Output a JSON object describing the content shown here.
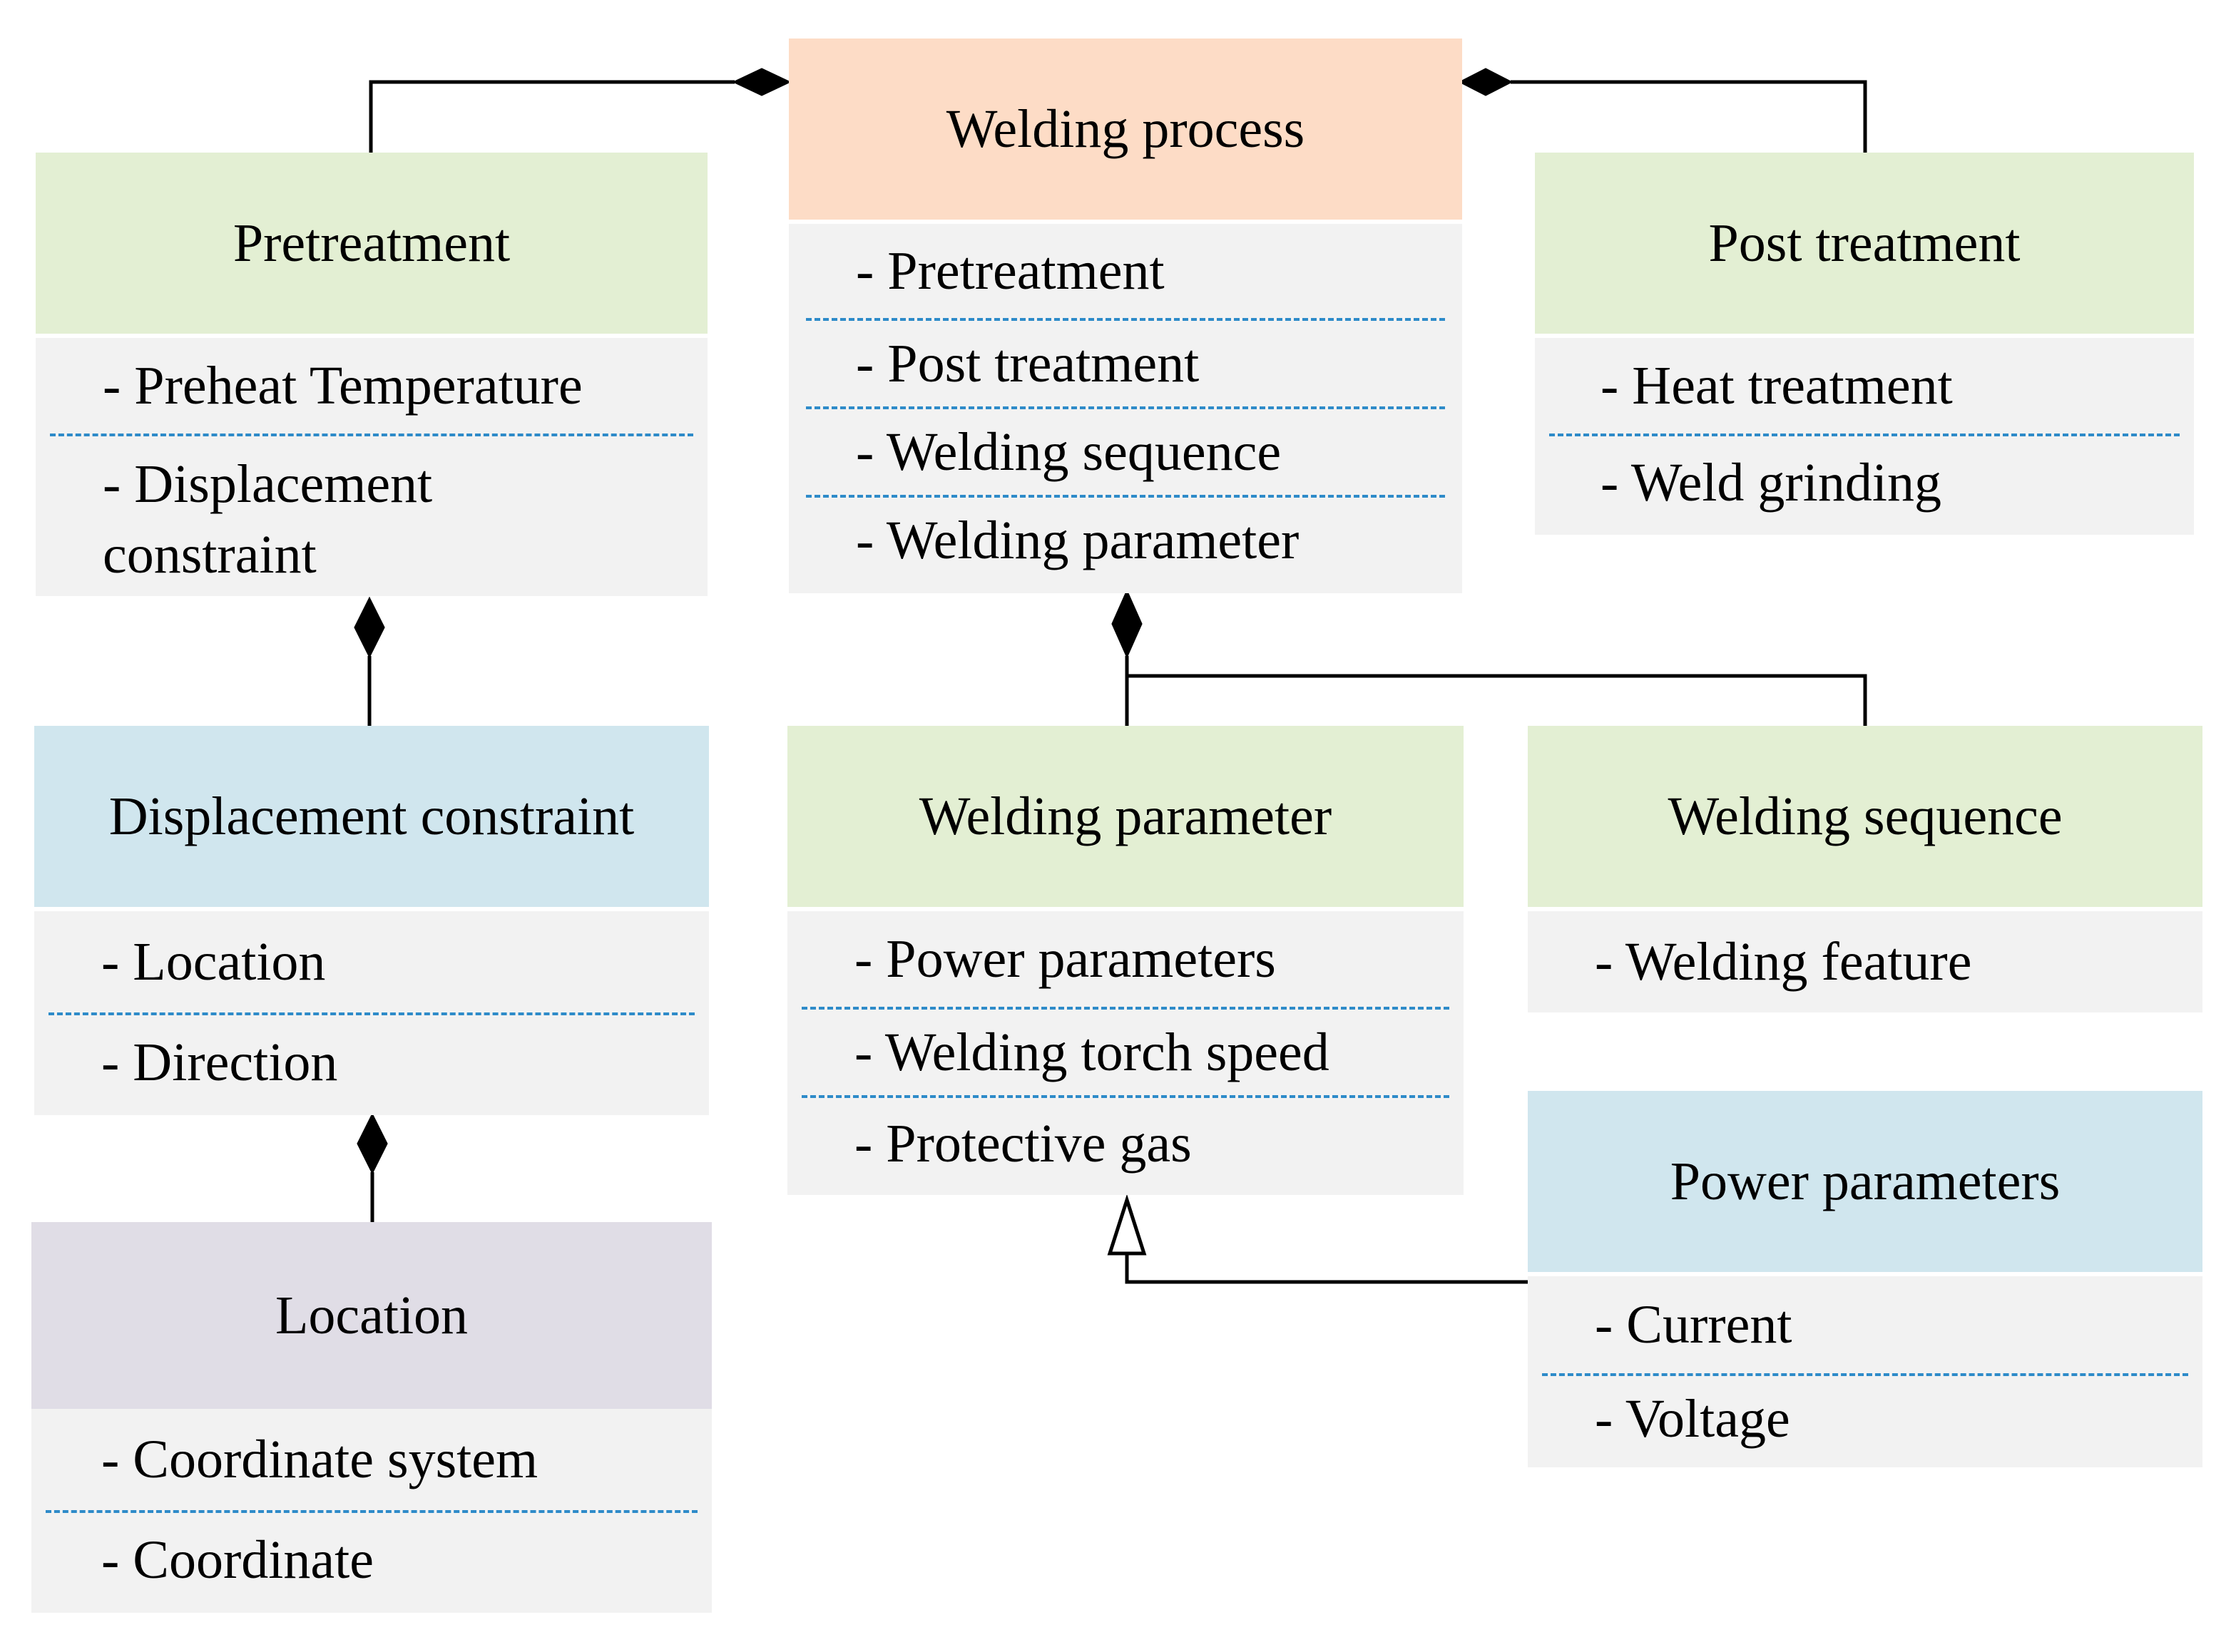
{
  "diagram": {
    "classes": {
      "welding_process": {
        "title": "Welding process",
        "color": "#fddcc6",
        "attributes": [
          "- Pretreatment",
          "- Post treatment",
          "- Welding sequence",
          "- Welding parameter"
        ]
      },
      "pretreatment": {
        "title": "Pretreatment",
        "color": "#e3efd3",
        "attributes": [
          "- Preheat Temperature",
          "- Displacement constraint"
        ]
      },
      "post_treatment": {
        "title": "Post treatment",
        "color": "#e3efd3",
        "attributes": [
          "- Heat treatment",
          "- Weld grinding"
        ]
      },
      "displacement_constraint": {
        "title": "Displacement constraint",
        "color": "#d0e6ee",
        "attributes": [
          "- Location",
          "- Direction"
        ]
      },
      "welding_parameter": {
        "title": "Welding parameter",
        "color": "#e3efd3",
        "attributes": [
          "- Power parameters",
          "- Welding torch speed",
          "- Protective gas"
        ]
      },
      "welding_sequence": {
        "title": "Welding sequence",
        "color": "#e3efd3",
        "attributes": [
          "- Welding feature"
        ]
      },
      "location": {
        "title": "Location",
        "color": "#e0dde6",
        "attributes": [
          "- Coordinate system",
          "- Coordinate"
        ]
      },
      "power_parameters": {
        "title": "Power parameters",
        "color": "#d0e6ee",
        "attributes": [
          "- Current",
          "- Voltage"
        ]
      }
    },
    "relations": [
      {
        "type": "composition",
        "whole": "welding_process",
        "part": "pretreatment"
      },
      {
        "type": "composition",
        "whole": "welding_process",
        "part": "post_treatment"
      },
      {
        "type": "composition",
        "whole": "welding_process",
        "part": "welding_parameter"
      },
      {
        "type": "composition",
        "whole": "welding_process",
        "part": "welding_sequence"
      },
      {
        "type": "composition",
        "whole": "pretreatment",
        "part": "displacement_constraint"
      },
      {
        "type": "composition",
        "whole": "displacement_constraint",
        "part": "location"
      },
      {
        "type": "generalization",
        "general": "welding_parameter",
        "specific": "power_parameters"
      }
    ]
  }
}
